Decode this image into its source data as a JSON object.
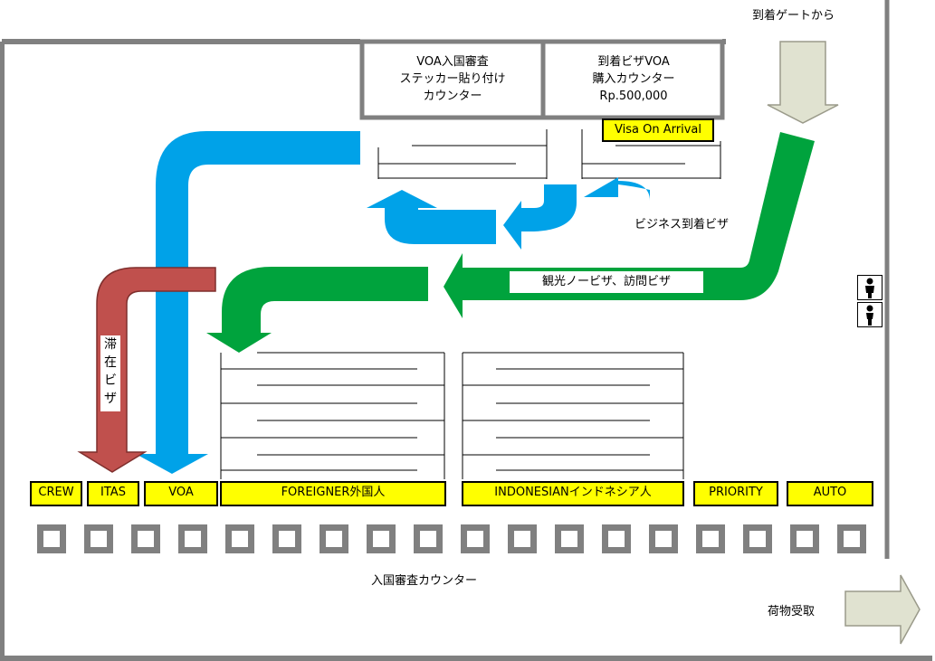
{
  "labels": {
    "arrival_gate": "到着ゲートから",
    "immigration_counter": "入国審査カウンター",
    "baggage_claim": "荷物受取",
    "voa_sticker_box": [
      "VOA入国審査",
      "ステッカー貼り付け",
      "カウンター"
    ],
    "voa_purchase_box": [
      "到着ビザVOA",
      "購入カウンター",
      "Rp.500,000"
    ],
    "visa_on_arrival_sign": "Visa On Arrival",
    "business_visa": "ビジネス到着ビザ",
    "tourist_visa": "観光ノービザ、訪問ビザ",
    "stay_visa": [
      "滞",
      "在",
      "ビ",
      "ザ"
    ]
  },
  "lanes": [
    {
      "label": "CREW"
    },
    {
      "label": "ITAS"
    },
    {
      "label": "VOA"
    },
    {
      "label": "FOREIGNER外国人"
    },
    {
      "label": "INDONESIANインドネシア人"
    },
    {
      "label": "PRIORITY"
    },
    {
      "label": "AUTO"
    }
  ],
  "counter_count": 18,
  "colors": {
    "blue_arrow": "#00a2e8",
    "green_arrow": "#00a33d",
    "red_arrow": "#c0504d",
    "beige_arrow": "#e0e2d0",
    "lane_yellow": "#ffff00",
    "wall_gray": "#808080"
  },
  "icons": {
    "restroom": "person-icon"
  }
}
